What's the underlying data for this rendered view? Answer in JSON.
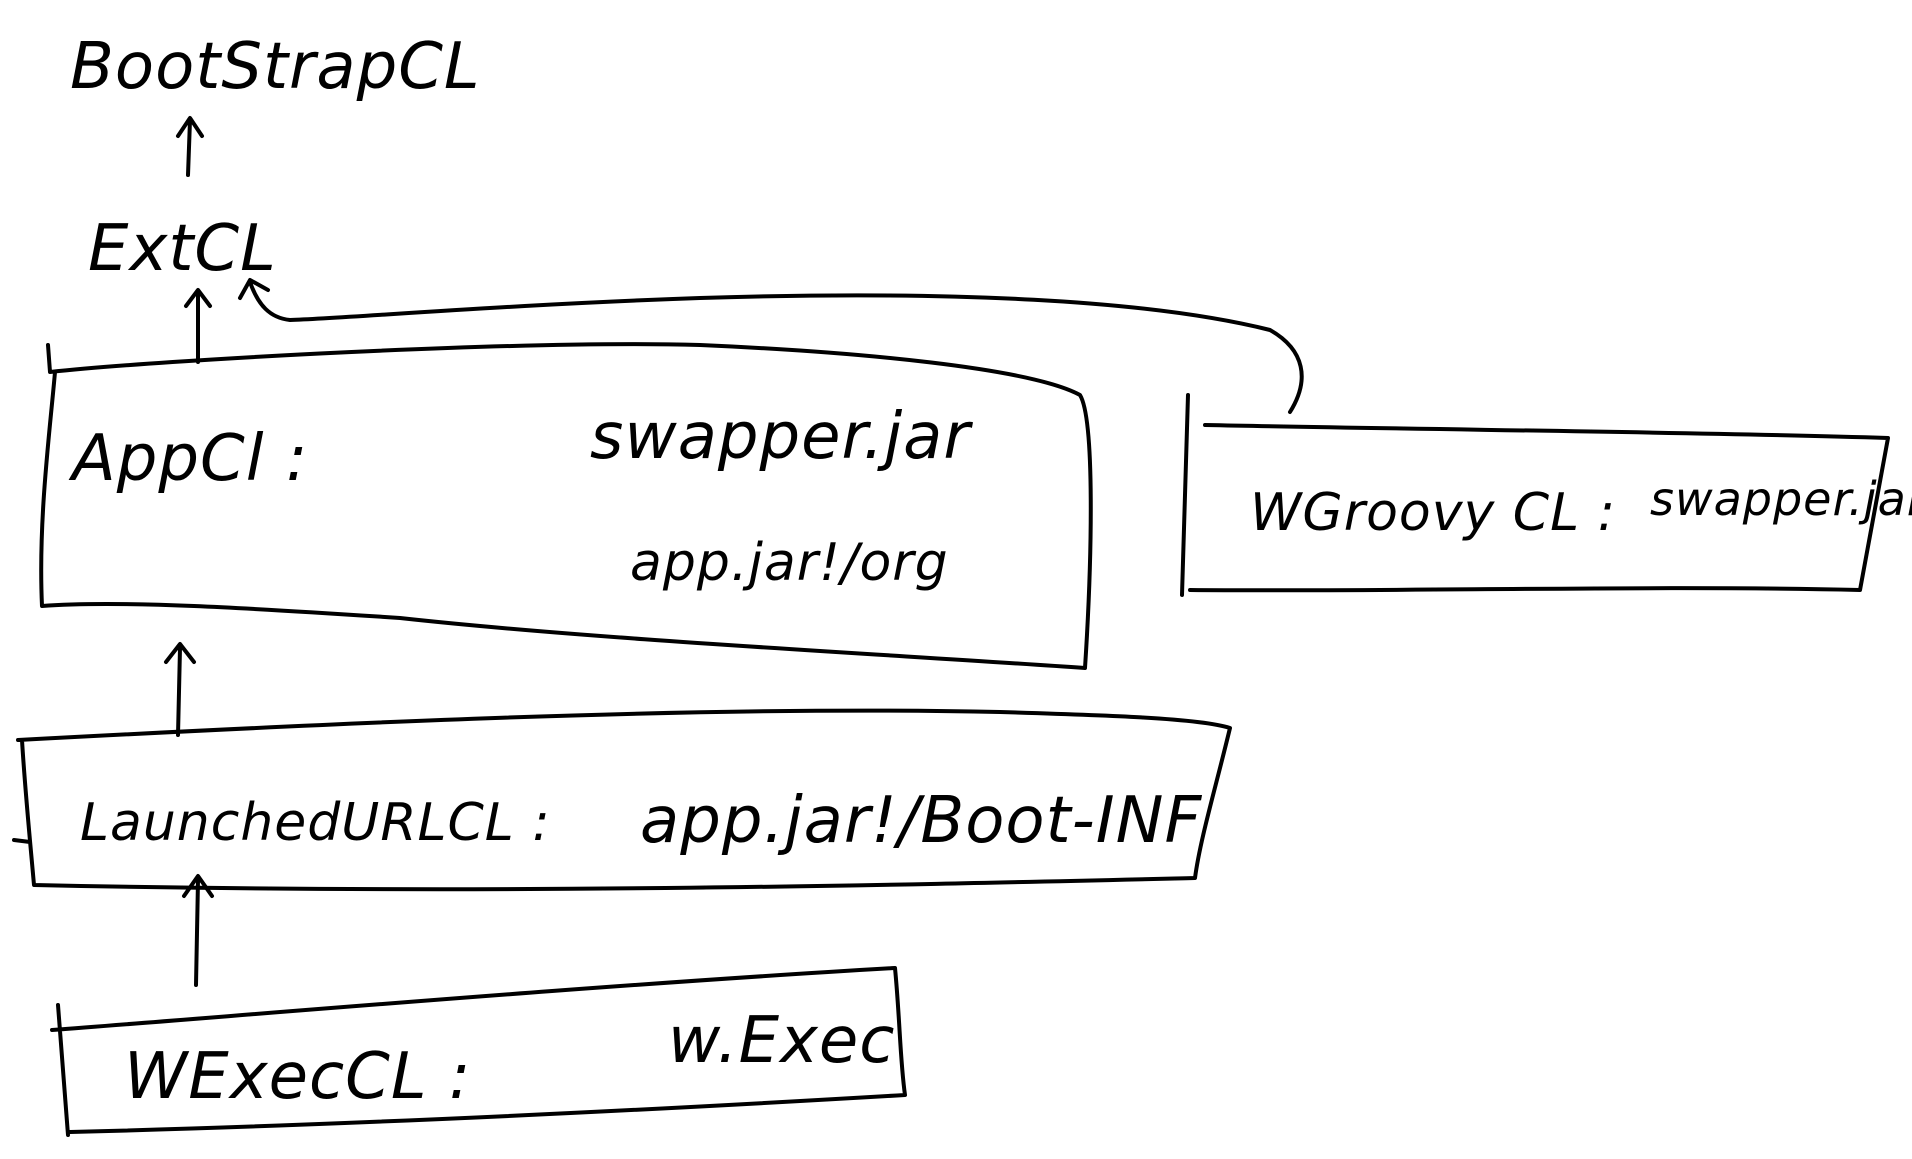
{
  "diagram": {
    "nodes": [
      {
        "id": "bootstrap",
        "label": "BootStrapCL",
        "boxed": false
      },
      {
        "id": "ext",
        "label": "ExtCL",
        "boxed": false
      },
      {
        "id": "app",
        "label": "AppCl :",
        "boxed": true,
        "entries": [
          "swapper.jar",
          "app.jar!/org"
        ]
      },
      {
        "id": "wgroovy",
        "label": "WGroovy CL :",
        "boxed": true,
        "entries": [
          "swapper.jar"
        ]
      },
      {
        "id": "launched",
        "label": "LaunchedURLCL :",
        "boxed": true,
        "entries": [
          "app.jar!/Boot-INF"
        ]
      },
      {
        "id": "wexec",
        "label": "WExecCL :",
        "boxed": true,
        "entries": [
          "w.Exec"
        ]
      }
    ],
    "edges": [
      {
        "from": "ext",
        "to": "bootstrap"
      },
      {
        "from": "app",
        "to": "ext"
      },
      {
        "from": "wgroovy",
        "to": "ext"
      },
      {
        "from": "launched",
        "to": "app"
      },
      {
        "from": "wexec",
        "to": "launched"
      }
    ]
  }
}
